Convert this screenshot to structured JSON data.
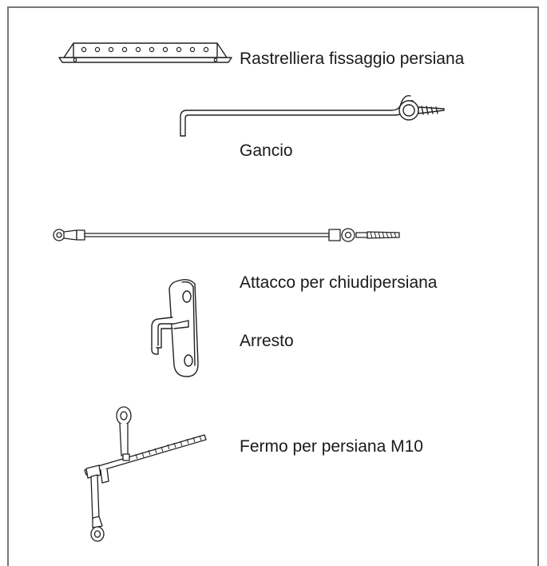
{
  "items": [
    {
      "label": "Rastrelliera fissaggio persiana",
      "icon": "shutter-rack-icon"
    },
    {
      "label": "Gancio",
      "icon": "hook-icon"
    },
    {
      "label": "Attacco per chiudipersiana",
      "icon": "shutter-closer-rod-icon"
    },
    {
      "label": "Arresto",
      "icon": "stop-bracket-icon"
    },
    {
      "label": "Fermo per persiana M10",
      "icon": "shutter-latch-icon"
    }
  ]
}
